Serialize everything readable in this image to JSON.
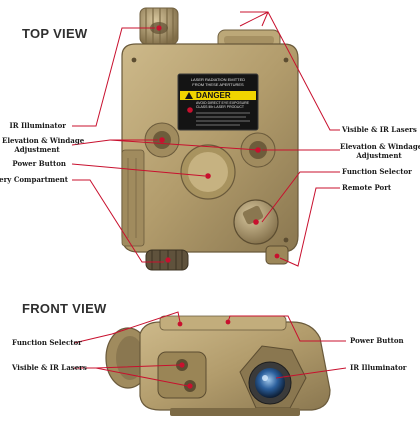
{
  "top_view": {
    "heading": "TOP VIEW",
    "labels": {
      "ir_illuminator": "IR Illuminator",
      "elevation_windage_left_1": "Elevation & Windage",
      "elevation_windage_left_2": "Adjustment",
      "power_button": "Power Button",
      "battery_compartment": "Battery Compartment",
      "visible_ir_lasers": "Visible & IR Lasers",
      "elevation_windage_right_1": "Elevation & Windage",
      "elevation_windage_right_2": "Adjustment",
      "function_selector": "Function Selector",
      "remote_port": "Remote Port"
    },
    "warning_plate": {
      "line1": "LASER RADIATION EMITTED",
      "line2": "FROM THESE APERTURES",
      "danger": "DANGER",
      "line3": "AVOID DIRECT EYE EXPOSURE",
      "class_text": "CLASS IIIb LASER PRODUCT"
    }
  },
  "front_view": {
    "heading": "FRONT VIEW",
    "labels": {
      "function_selector": "Function Selector",
      "visible_ir_lasers": "Visible & IR Lasers",
      "power_button": "Power Button",
      "ir_illuminator": "IR Illuminator"
    }
  },
  "colors": {
    "body": "#b29c6c",
    "body_dark": "#7c6a45",
    "body_light": "#cfbd90",
    "leader": "#c8102e",
    "text": "#1a1a1a"
  }
}
